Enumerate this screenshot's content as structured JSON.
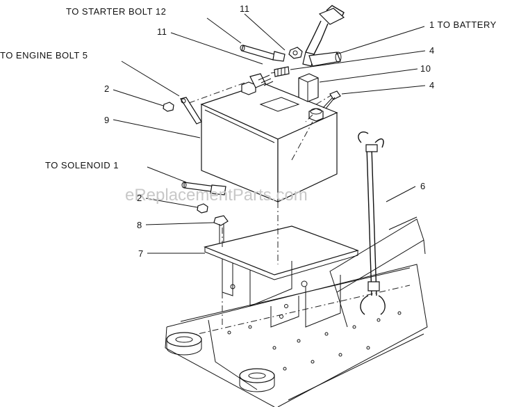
{
  "watermark": "eReplacementParts.com",
  "callouts": {
    "starter_bolt": "TO STARTER BOLT  12",
    "engine_bolt": "TO ENGINE BOLT  5",
    "battery": "1  TO BATTERY",
    "solenoid": "TO SOLENOID  1",
    "n11a": "11",
    "n11b": "11",
    "n4a": "4",
    "n4b": "4",
    "n10": "10",
    "n2a": "2",
    "n2b": "2",
    "n9": "9",
    "n6": "6",
    "n8": "8",
    "n7": "7"
  }
}
